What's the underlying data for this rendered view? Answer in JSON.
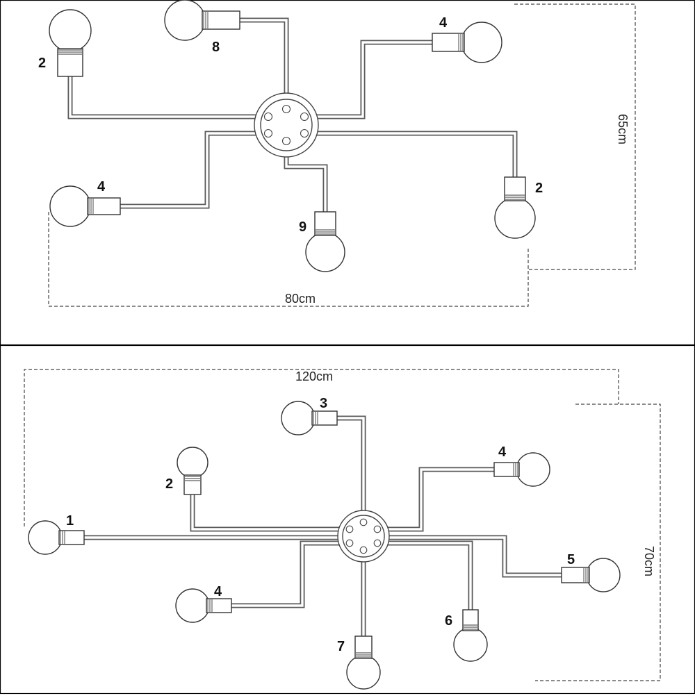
{
  "panels": [
    {
      "id": "top",
      "labels": [
        "8",
        "2",
        "4",
        "4",
        "9",
        "2"
      ],
      "width_label": "80cm",
      "height_label": "65cm"
    },
    {
      "id": "bottom",
      "labels": [
        "1",
        "2",
        "3",
        "4",
        "5",
        "4",
        "7",
        "6"
      ],
      "width_label": "120cm",
      "height_label": "70cm"
    }
  ],
  "colors": {
    "line": "#5a5a5a",
    "outline": "#333333",
    "frame": "#000000",
    "background": "#ffffff"
  }
}
